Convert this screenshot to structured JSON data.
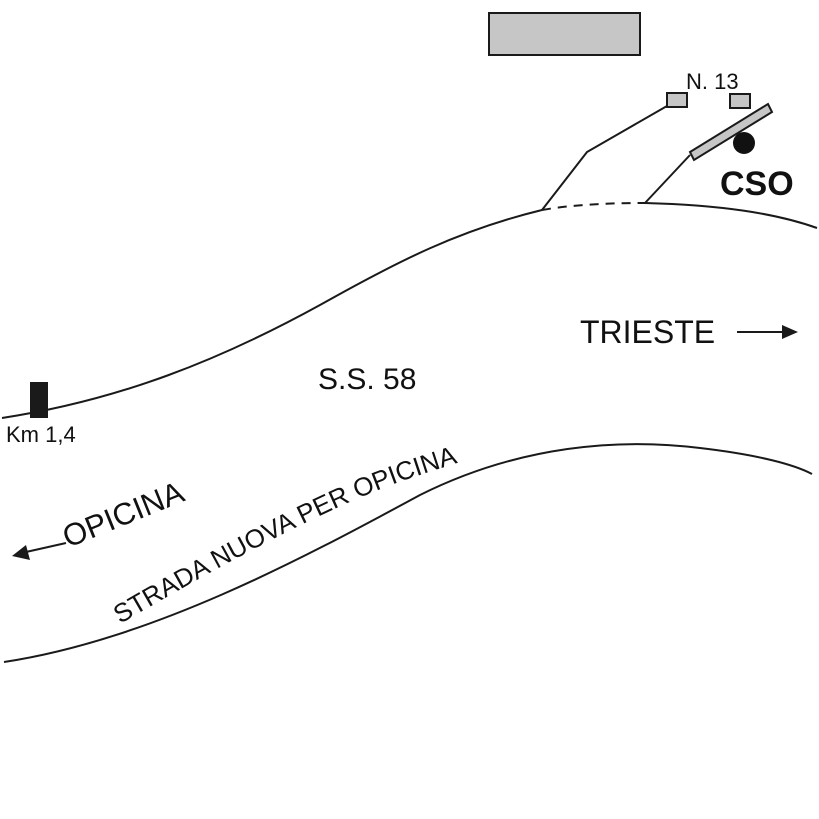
{
  "labels": {
    "marker_number": "N. 13",
    "cso": "CSO",
    "road_main": "S.S. 58",
    "km_marker": "Km 1,4",
    "direction_east": "TRIESTE",
    "direction_west": "OPICINA",
    "road_new": "STRADA NUOVA PER OPICINA"
  },
  "colors": {
    "line": "#1a1a1a",
    "building_fill": "#c6c6c6",
    "marker_fill": "#1a1a1a"
  },
  "icons": {
    "arrow_east": "arrow-right-icon",
    "arrow_west": "arrow-left-icon",
    "observatory": "filled-circle-icon"
  }
}
